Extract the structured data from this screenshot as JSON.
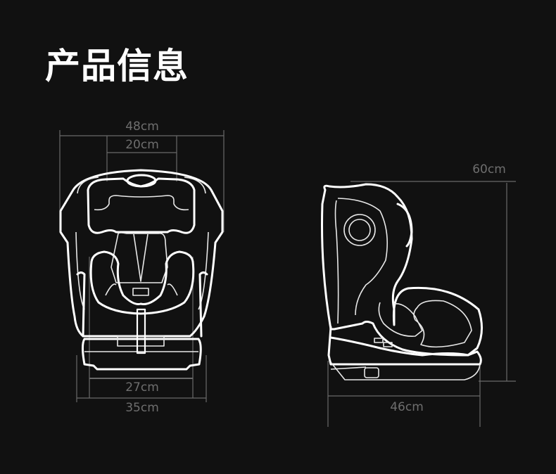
{
  "title": "产品信息",
  "front_view": {
    "overall_width": "48cm",
    "headrest_width": "20cm",
    "seat_width": "27cm",
    "base_width": "35cm"
  },
  "side_view": {
    "height": "60cm",
    "depth": "46cm"
  }
}
